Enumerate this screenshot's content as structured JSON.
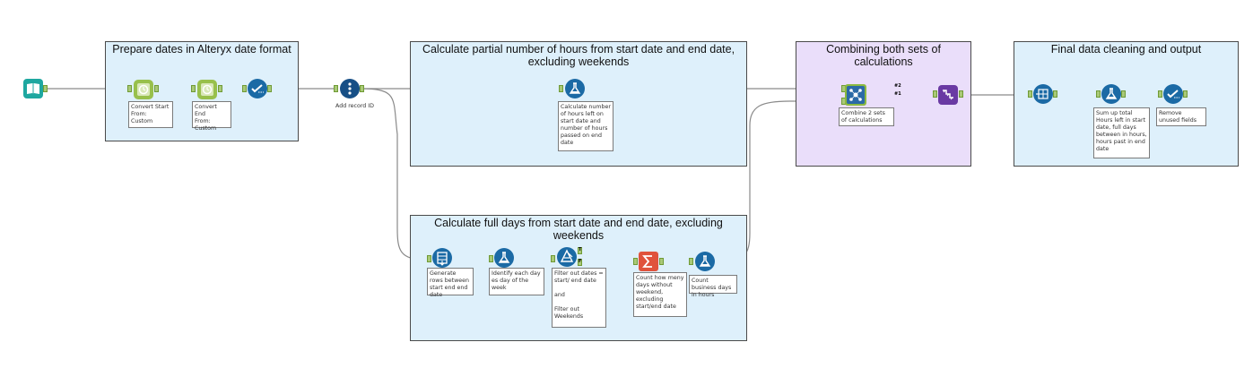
{
  "containers": {
    "prepare": {
      "title": "Prepare dates in Alteryx date format"
    },
    "partial": {
      "title": "Calculate partial number of hours from start date and end date, excluding weekends"
    },
    "fulldays": {
      "title": "Calculate full days from start date and end date, excluding weekends"
    },
    "combine": {
      "title": "Combining both sets of calculations"
    },
    "final": {
      "title": "Final data cleaning and output"
    }
  },
  "annotations": {
    "convert_start": "Convert Start\nFrom:\nCustom",
    "convert_end": "Convert End\nFrom:\nCustom",
    "record_id": "Add record ID",
    "calc_hours": "Calculate number of hours left on start date and number of hours passed on end date",
    "gen_rows": "Generate rows between start end end date",
    "identify_day": "Identify each day es day of the week",
    "filter_dates": "Filter out dates = start/ end date\n\nand\n\nFilter out Weekends",
    "count_days": "Count how meny days without weekend, excluding start/end date",
    "count_business": "Count business days in hours",
    "combine_sets": "Combine 2 sets of calculations",
    "sum_up": "Sum up total Hours left in start date, full days between in hours, hours past in end date",
    "remove_fields": "Remove unused fields"
  },
  "badges": {
    "join_top": "#2",
    "join_bottom": "#1",
    "filter_true": "T",
    "filter_false": "F"
  },
  "colors": {
    "container_blue": "#def0fb",
    "container_purple": "#eadefa",
    "tool_blue": "#1b6aa5",
    "tool_green": "#98c04c",
    "tool_orange": "#e0533c",
    "tool_purple": "#6a3aa3",
    "tool_teal": "#1ea7a0"
  },
  "icons": {
    "input": "book-icon",
    "datetime": "clock-icon",
    "select": "checkmark-icon",
    "record_id": "record-id-icon",
    "formula": "flask-icon",
    "generate_rows": "generate-rows-icon",
    "filter": "filter-icon",
    "summarize": "sigma-icon",
    "join": "join-icon",
    "dynamic_rename": "rename-icon",
    "cross_tab": "crosstab-icon"
  }
}
